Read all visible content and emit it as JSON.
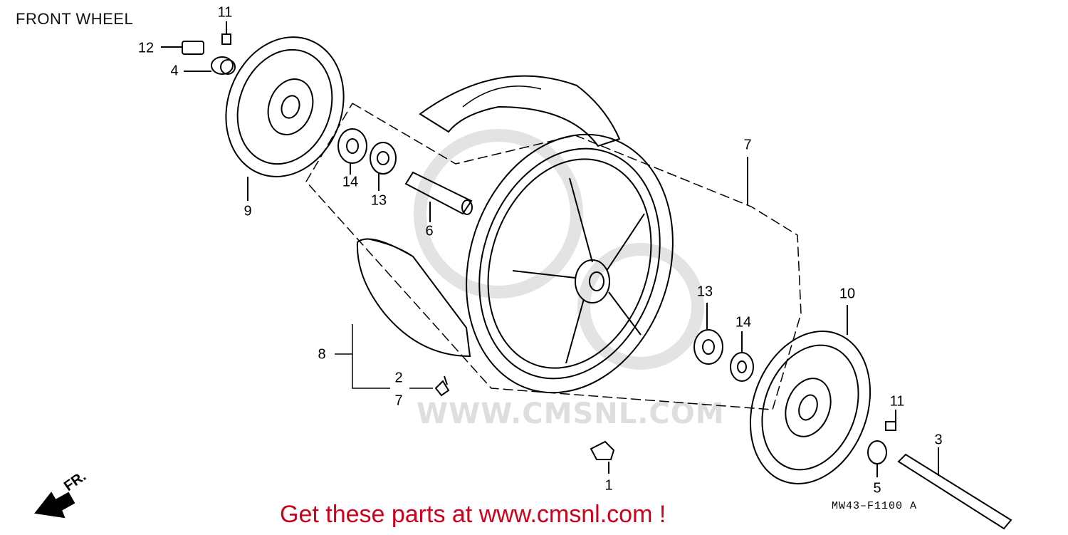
{
  "diagram": {
    "title": "FRONT WHEEL",
    "part_code": "MW43–F1100 A",
    "direction_label": "FR.",
    "promo_text": "Get these parts at www.cmsnl.com !",
    "watermark_text": "WWW.CMSNL.COM",
    "callouts": [
      {
        "id": "c11a",
        "label": "11"
      },
      {
        "id": "c12",
        "label": "12"
      },
      {
        "id": "c4",
        "label": "4"
      },
      {
        "id": "c9",
        "label": "9"
      },
      {
        "id": "c14a",
        "label": "14"
      },
      {
        "id": "c13a",
        "label": "13"
      },
      {
        "id": "c6",
        "label": "6"
      },
      {
        "id": "c7a",
        "label": "7"
      },
      {
        "id": "c13b",
        "label": "13"
      },
      {
        "id": "c14b",
        "label": "14"
      },
      {
        "id": "c10",
        "label": "10"
      },
      {
        "id": "c8",
        "label": "8"
      },
      {
        "id": "c2",
        "label": "2"
      },
      {
        "id": "c7b",
        "label": "7"
      },
      {
        "id": "c11b",
        "label": "11"
      },
      {
        "id": "c3",
        "label": "3"
      },
      {
        "id": "c5",
        "label": "5"
      },
      {
        "id": "c1",
        "label": "1"
      }
    ],
    "colors": {
      "line": "#000000",
      "promo": "#d0021b",
      "watermark": "#dedede"
    }
  }
}
